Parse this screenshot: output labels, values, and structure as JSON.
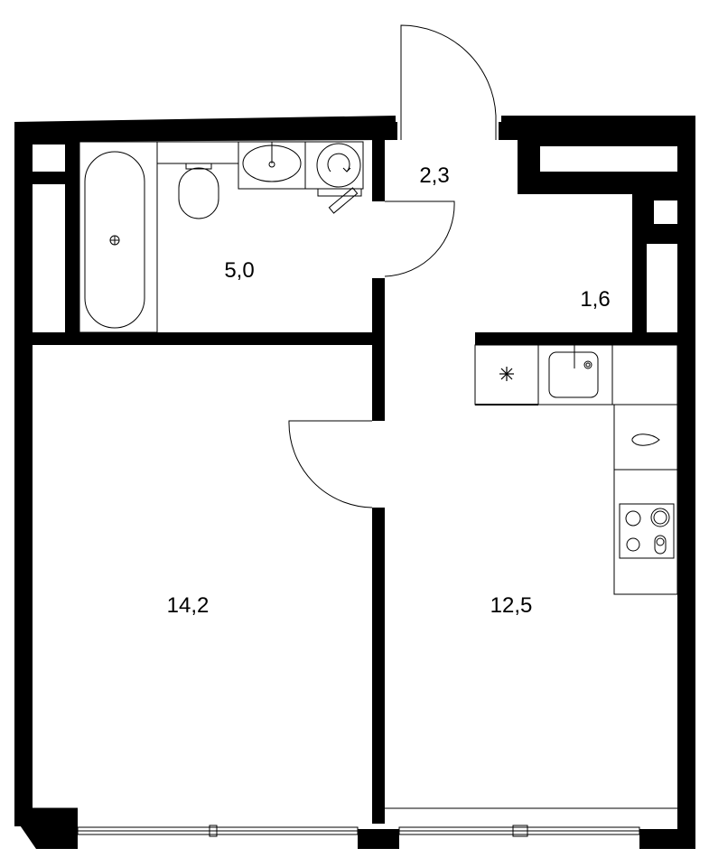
{
  "rooms": [
    {
      "id": "bathroom",
      "area": "5,0"
    },
    {
      "id": "hall",
      "area": "2,3"
    },
    {
      "id": "storage",
      "area": "1,6"
    },
    {
      "id": "bedroom",
      "area": "14,2"
    },
    {
      "id": "kitchen-living",
      "area": "12,5"
    }
  ],
  "colors": {
    "wall": "#000000",
    "background": "#ffffff",
    "fixture_stroke": "#000000"
  }
}
